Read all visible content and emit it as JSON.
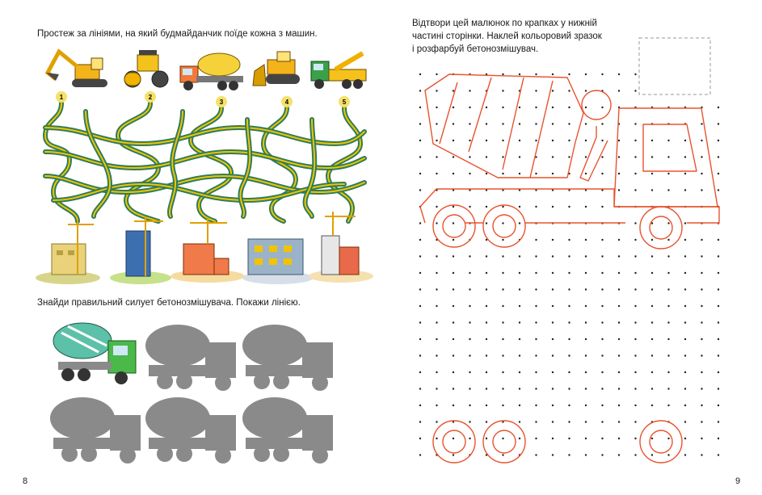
{
  "left_page": {
    "task1_text": "Простеж за лініями, на який будмайданчик поїде кожна з машин.",
    "maze_numbers": [
      "1",
      "2",
      "3",
      "4",
      "5"
    ],
    "task2_text": "Знайди правильний силует бетонозмішувача. Покажи лінією.",
    "page_number": "8"
  },
  "right_page": {
    "task_text_line1": "Відтвори цей малюнок по крапках у нижній",
    "task_text_line2": "частині сторінки. Наклей кольоровий зразок",
    "task_text_line3": "і розфарбуй бетонозмішувач.",
    "page_number": "9"
  },
  "colors": {
    "maze_green": "#2e7d5b",
    "maze_yellow": "#f2c300",
    "number_bubble": "#f5e16a",
    "trace_red": "#e8532f",
    "silhouette_gray": "#8a8a8a",
    "dot": "#222222"
  }
}
